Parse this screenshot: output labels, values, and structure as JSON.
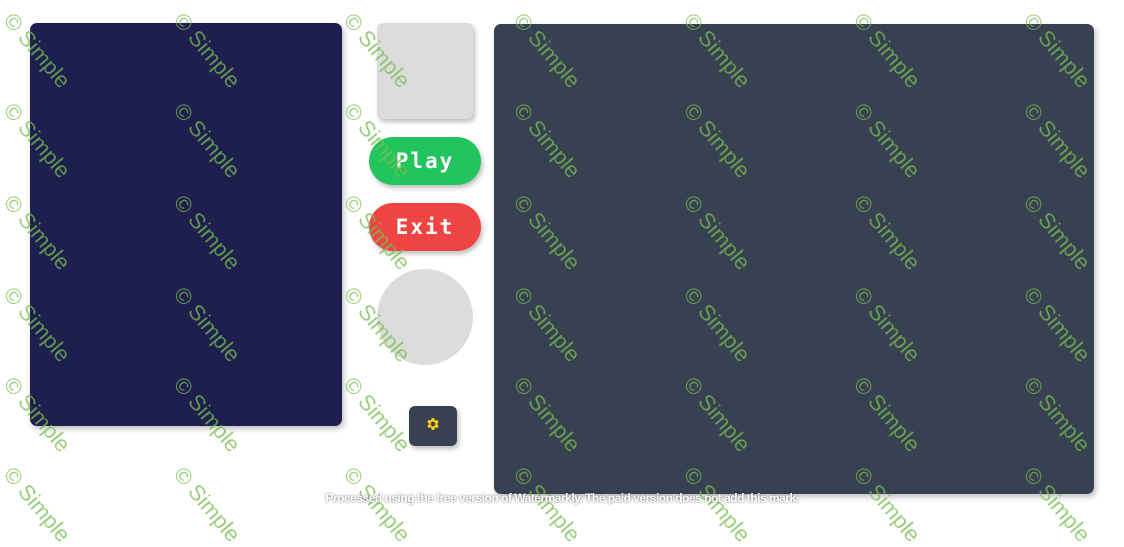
{
  "panels": {
    "left": {
      "color": "#1e1f4f"
    },
    "right": {
      "color": "#384152"
    }
  },
  "controls": {
    "play_label": "Play",
    "play_color": "#22c45e",
    "exit_label": "Exit",
    "exit_color": "#ef4444",
    "settings_icon": "gear-icon",
    "settings_icon_color": "#facc15"
  },
  "watermark": {
    "text": "© Simple",
    "footer": "Processed using the free version of Watermarkly. The paid version does not add this mark."
  }
}
